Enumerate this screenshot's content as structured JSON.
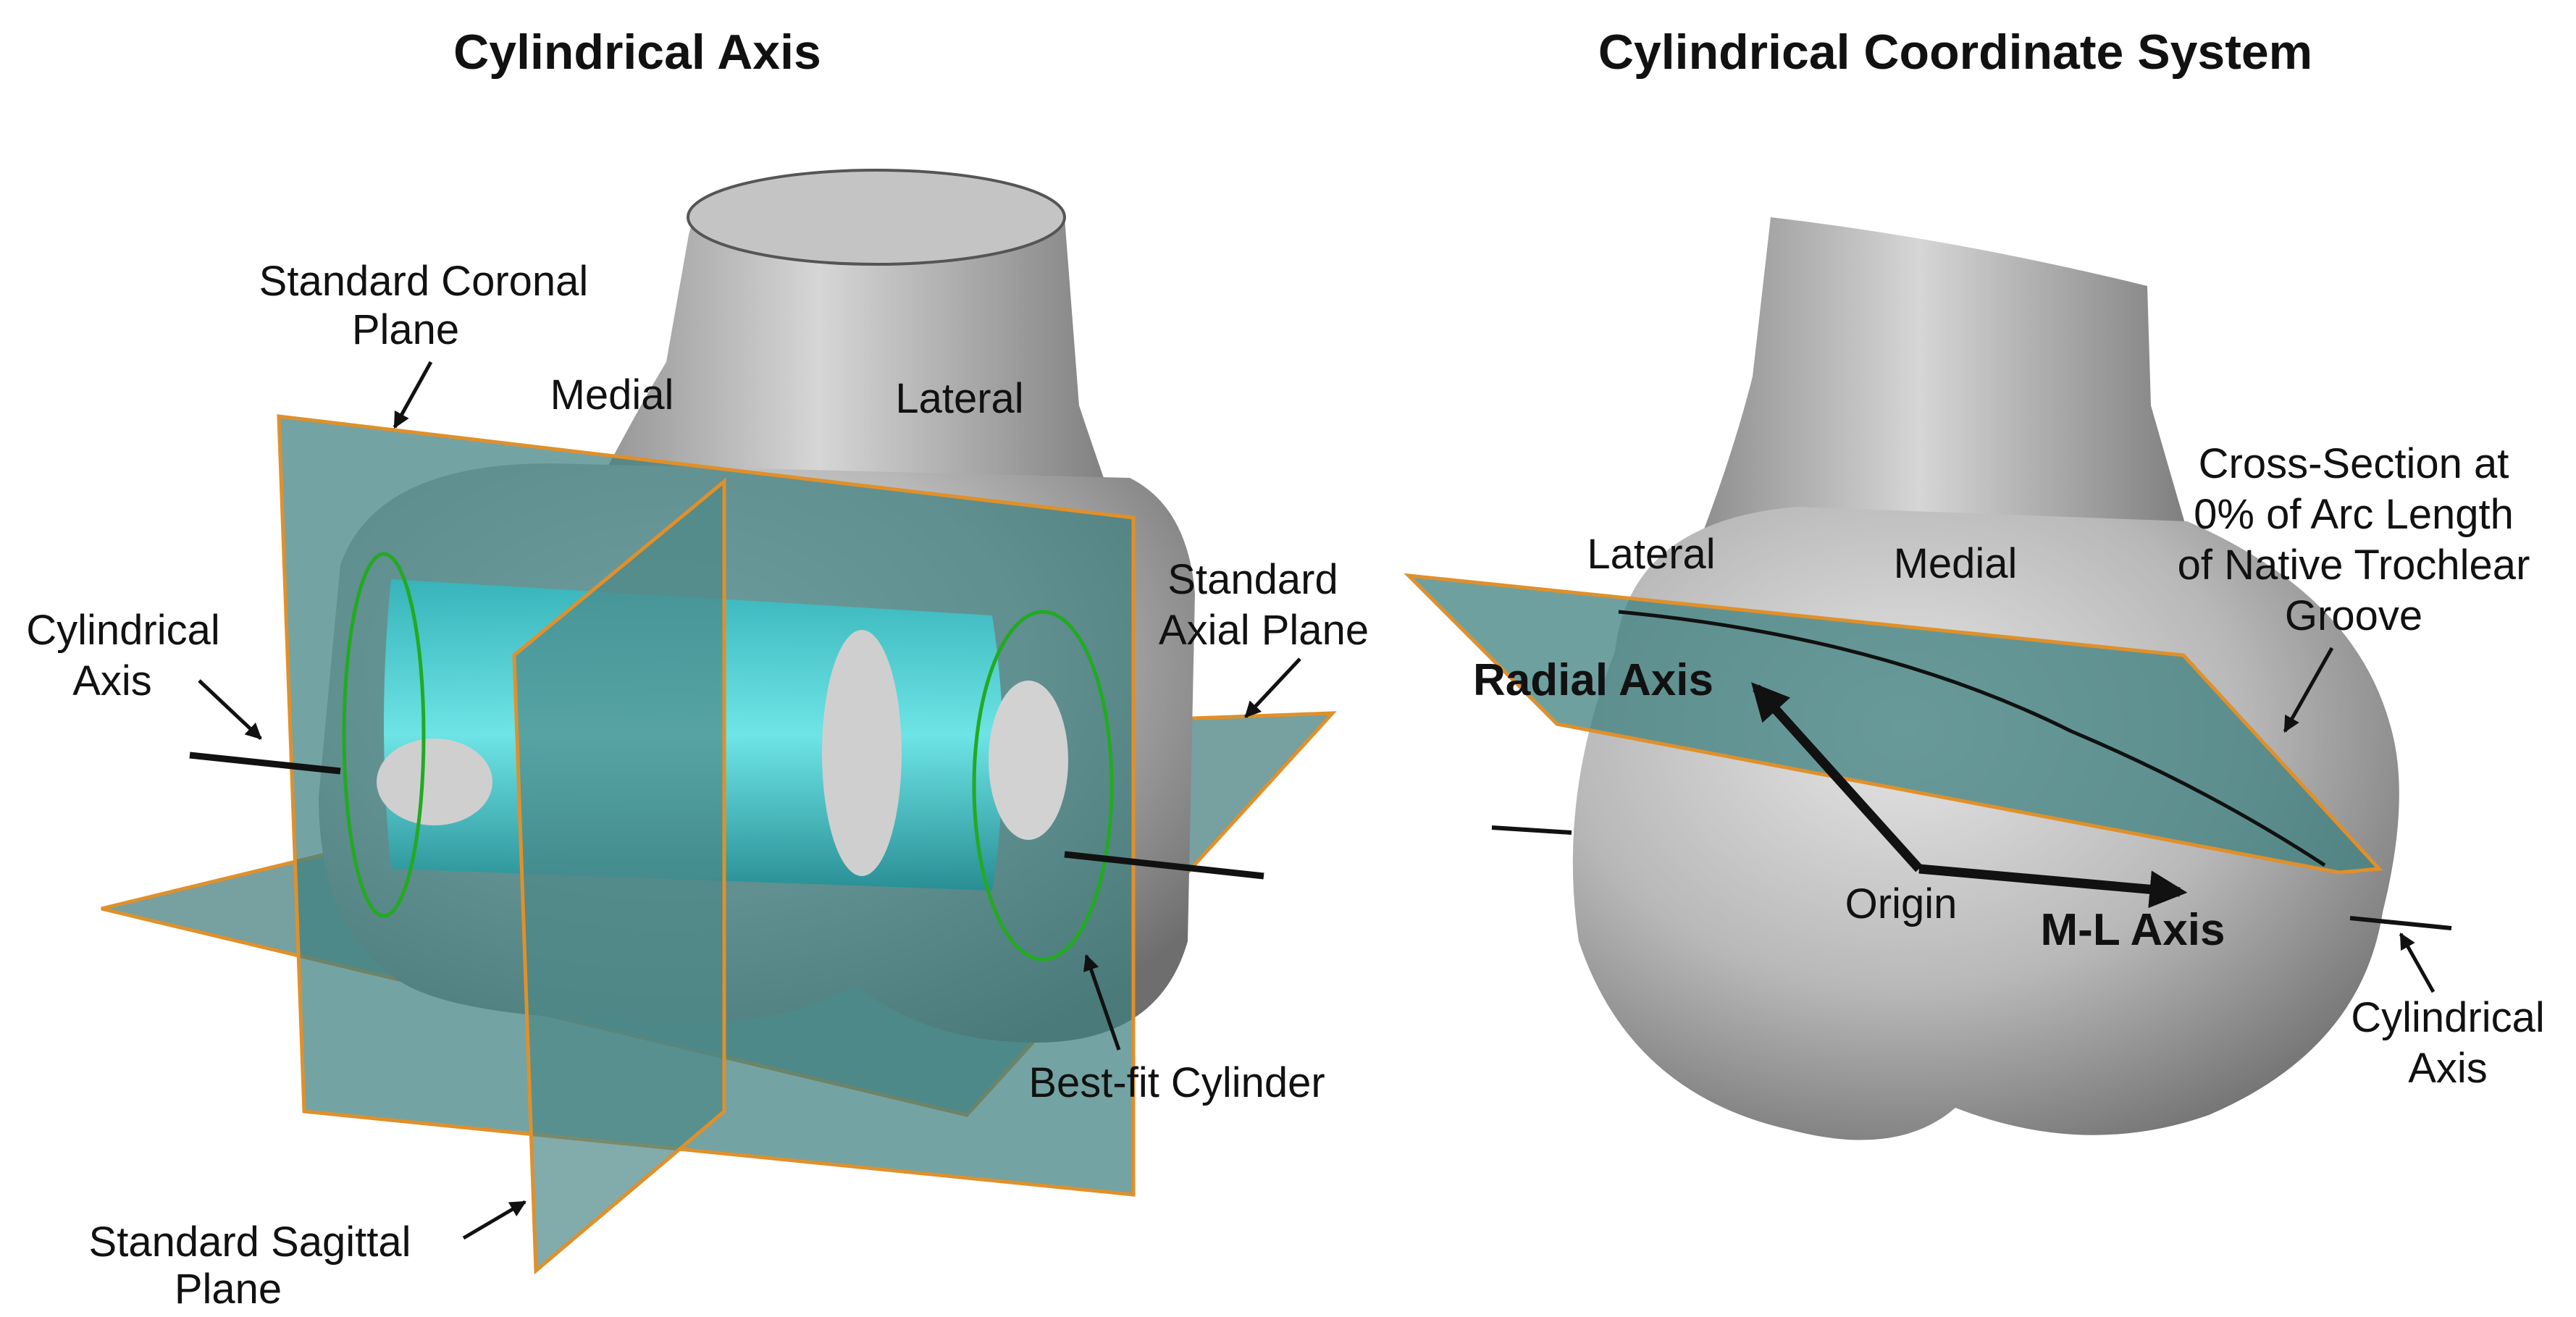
{
  "panels": [
    {
      "title": "Cylindrical Axis",
      "labels": {
        "coronal_1": "Standard Coronal",
        "coronal_2": "Plane",
        "medial": "Medial",
        "lateral": "Lateral",
        "axial_1": "Standard",
        "axial_2": "Axial Plane",
        "cyl_axis_1": "Cylindrical",
        "cyl_axis_2": "Axis",
        "best_fit": "Best-fit Cylinder",
        "sagittal_1": "Standard Sagittal",
        "sagittal_2": "Plane"
      }
    },
    {
      "title": "Cylindrical Coordinate System",
      "labels": {
        "lateral": "Lateral",
        "medial": "Medial",
        "cross_1": "Cross-Section at",
        "cross_2": "0% of Arc Length",
        "cross_3": "of Native Trochlear",
        "cross_4": "Groove",
        "radial": "Radial Axis",
        "origin": "Origin",
        "ml": "M-L Axis",
        "cyl_axis_1": "Cylindrical",
        "cyl_axis_2": "Axis"
      }
    }
  ],
  "colors": {
    "bone": "#b9b9b9",
    "plane": "#5f8f8f",
    "plane_edge": "#e0902a",
    "cylinder": "#40d6dc",
    "cylinder_edge": "#22aa22",
    "axis": "#111111"
  }
}
